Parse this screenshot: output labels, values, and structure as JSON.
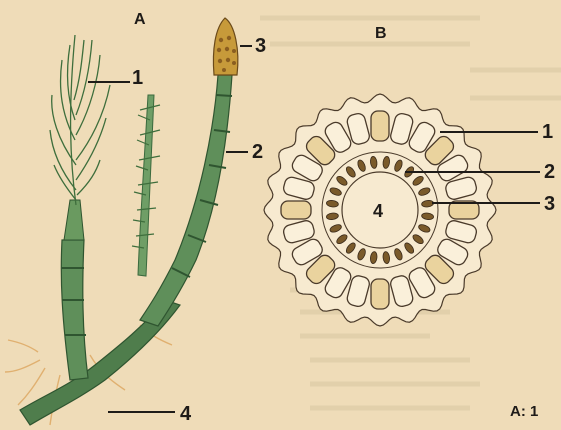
{
  "panel_a": {
    "title": "A",
    "labels": {
      "l1": "1",
      "l2": "2",
      "l3": "3",
      "l4": "4"
    }
  },
  "panel_b": {
    "title": "B",
    "labels": {
      "l1": "1",
      "l2": "2",
      "l3": "3",
      "l4": "4"
    }
  },
  "caption": {
    "fragment": "A: 1"
  },
  "colors": {
    "paper": "#efdcb8",
    "stem": "#5f8f5a",
    "stem_dark": "#3b6a3e",
    "cone": "#c79a3a",
    "section_fill": "#f7ead0",
    "cell_outline": "#4a3a2a",
    "ink": "#1e1b18"
  }
}
